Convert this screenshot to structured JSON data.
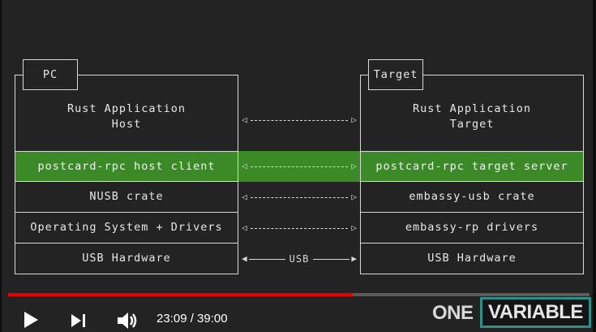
{
  "diagram": {
    "left_tag": "PC",
    "right_tag": "Target",
    "left_stack": {
      "app_line1": "Rust Application",
      "app_line2": "Host",
      "rpc": "postcard-rpc host client",
      "row3": "NUSB crate",
      "row4": "Operating System + Drivers",
      "row5": "USB Hardware"
    },
    "right_stack": {
      "app_line1": "Rust Application",
      "app_line2": "Target",
      "rpc": "postcard-rpc target server",
      "row3": "embassy-usb crate",
      "row4": "embassy-rp drivers",
      "row5": "USB Hardware"
    },
    "usb_link_label": "USB",
    "highlight_color": "#3c8a27"
  },
  "player": {
    "current_time": "23:09",
    "duration": "39:00",
    "time_display": "23:09 / 39:00",
    "progress_fraction": 0.593,
    "progress_color": "#ee0000"
  },
  "branding": {
    "word1": "ONE",
    "word2": "VARIABLE",
    "box_color": "#2f8f88"
  },
  "icons": [
    "play-icon",
    "next-icon",
    "volume-icon"
  ]
}
